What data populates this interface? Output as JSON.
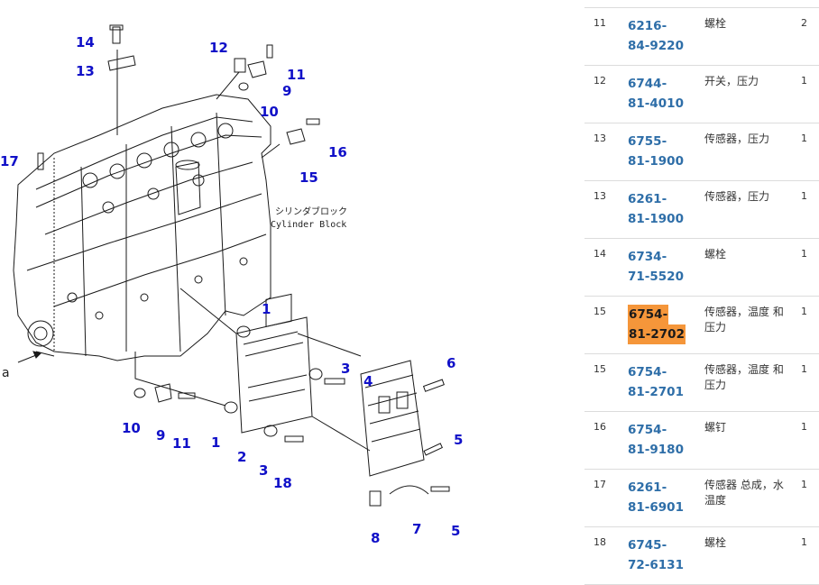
{
  "diagram": {
    "label_jp": "シリンダブロック",
    "label_en": "Cylinder Block",
    "arrow_letter": "a",
    "callouts": {
      "c1a": "1",
      "c1b": "1",
      "c2": "2",
      "c3a": "3",
      "c3b": "3",
      "c4": "4",
      "c5a": "5",
      "c5b": "5",
      "c6": "6",
      "c7": "7",
      "c8": "8",
      "c9a": "9",
      "c9b": "9",
      "c10a": "10",
      "c10b": "10",
      "c11a": "11",
      "c11b": "11",
      "c12": "12",
      "c13": "13",
      "c14": "14",
      "c15": "15",
      "c16": "16",
      "c17": "17",
      "c18": "18"
    }
  },
  "parts": [
    {
      "ref": "11",
      "pn1": "6216-",
      "pn2": "84-9220",
      "desc": "螺栓",
      "qty": "2",
      "highlight": false
    },
    {
      "ref": "12",
      "pn1": "6744-",
      "pn2": "81-4010",
      "desc": "开关，压力",
      "qty": "1",
      "highlight": false
    },
    {
      "ref": "13",
      "pn1": "6755-",
      "pn2": "81-1900",
      "desc": "传感器，压力",
      "qty": "1",
      "highlight": false
    },
    {
      "ref": "13",
      "pn1": "6261-",
      "pn2": "81-1900",
      "desc": "传感器，压力",
      "qty": "1",
      "highlight": false
    },
    {
      "ref": "14",
      "pn1": "6734-",
      "pn2": "71-5520",
      "desc": "螺栓",
      "qty": "1",
      "highlight": false
    },
    {
      "ref": "15",
      "pn1": "6754-",
      "pn2": "81-2702",
      "desc": "传感器，温度 和 压力",
      "qty": "1",
      "highlight": true
    },
    {
      "ref": "15",
      "pn1": "6754-",
      "pn2": "81-2701",
      "desc": "传感器，温度 和 压力",
      "qty": "1",
      "highlight": false
    },
    {
      "ref": "16",
      "pn1": "6754-",
      "pn2": "81-9180",
      "desc": "螺钉",
      "qty": "1",
      "highlight": false
    },
    {
      "ref": "17",
      "pn1": "6261-",
      "pn2": "81-6901",
      "desc": "传感器 总成，水 温度",
      "qty": "1",
      "highlight": false
    },
    {
      "ref": "18",
      "pn1": "6745-",
      "pn2": "72-6131",
      "desc": "螺栓",
      "qty": "1",
      "highlight": false
    }
  ]
}
